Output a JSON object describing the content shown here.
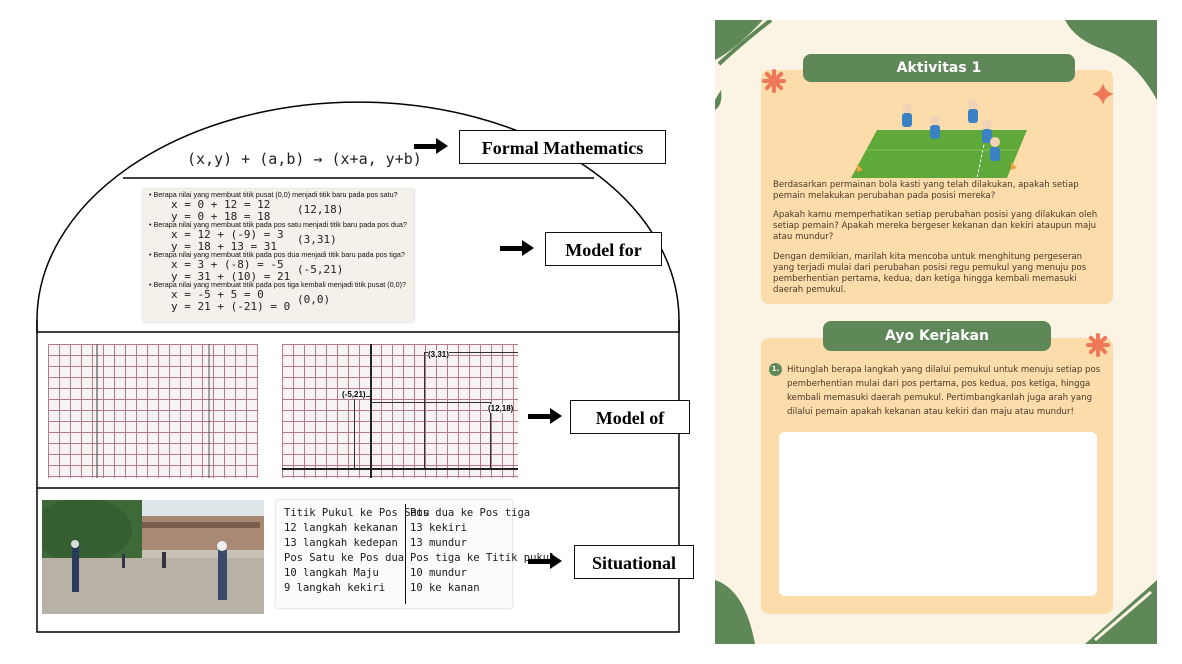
{
  "left": {
    "formula": "(x,y) + (a,b) → (x+a, y+b)",
    "labels": {
      "formal": "Formal Mathematics",
      "model_for": "Model for",
      "model_of": "Model of",
      "situational": "Situational"
    },
    "model_for_notes": [
      {
        "q": "Berapa nilai yang membuat titik pusat (0,0) menjadi titik baru pada pos satu?",
        "e1": "x = 0 + 12 = 12",
        "e2": "y = 0 + 18 = 18",
        "r": "(12,18)"
      },
      {
        "q": "Berapa nilai yang membuat titik pada pos satu menjadi titik baru pada pos dua?",
        "e1": "x = 12 + (-9) = 3",
        "e2": "y = 18 + 13 = 31",
        "r": "(3,31)"
      },
      {
        "q": "Berapa nilai yang membuat titik pada pos dua menjadi titik baru pada pos tiga?",
        "e1": "x = 3 + (-8) = -5",
        "e2": "y = 31 + (10) = 21",
        "r": "(-5,21)"
      },
      {
        "q": "Berapa nilai yang membuat titik pada pos tiga kembali menjadi titik pusat (0,0)?",
        "e1": "x = -5 + 5 = 0",
        "e2": "y = 21 + (-21) = 0",
        "r": "(0,0)"
      }
    ],
    "grid_points": {
      "p1": "(3,31)",
      "p2": "(-5,21)",
      "p3": "(12,18)"
    },
    "handwritten_left": [
      "Titik Pukul ke Pos Satu",
      "12 langkah kekanan",
      "13 langkah kedepan",
      "Pos Satu ke Pos dua",
      "10 langkah Maju",
      "9 langkah kekiri"
    ],
    "handwritten_right": [
      "Pos dua ke Pos tiga",
      "13 kekiri",
      "13 mundur",
      "Pos tiga ke Titik pukul",
      "10 mundur",
      "10 ke kanan"
    ]
  },
  "right": {
    "activity_title": "Aktivitas 1",
    "para1": "Berdasarkan permainan bola kasti yang telah dilakukan, apakah setiap pemain melakukan perubahan pada posisi mereka?",
    "para2": "Apakah kamu memperhatikan setiap perubahan posisi yang dilakukan oleh setiap pemain? Apakah mereka bergeser kekanan dan kekiri ataupun maju atau mundur?",
    "para3": "Dengan demikian, marilah kita mencoba untuk menghitung pergeseran yang terjadi mulai dari perubahan posisi regu pemukul yang menuju pos pemberhentian pertama, kedua, dan ketiga hingga kembali memasuki daerah pemukul.",
    "work_title": "Ayo Kerjakan",
    "task_number": "1.",
    "task_text": "Hitunglah berapa langkah yang dilalui pemukul untuk menuju setiap pos pemberhentian mulai dari pos pertama, pos kedua, pos ketiga, hingga kembali memasuki daerah pemukul. Pertimbangkanlah juga arah yang dilalui pemain apakah kekanan atau kekiri dan maju atau mundur!"
  },
  "colors": {
    "green": "#5f8858",
    "card": "#fbdcaa",
    "sheet_bg": "#fbf3e3",
    "coral": "#f0785a",
    "field": "#5fa83a"
  }
}
